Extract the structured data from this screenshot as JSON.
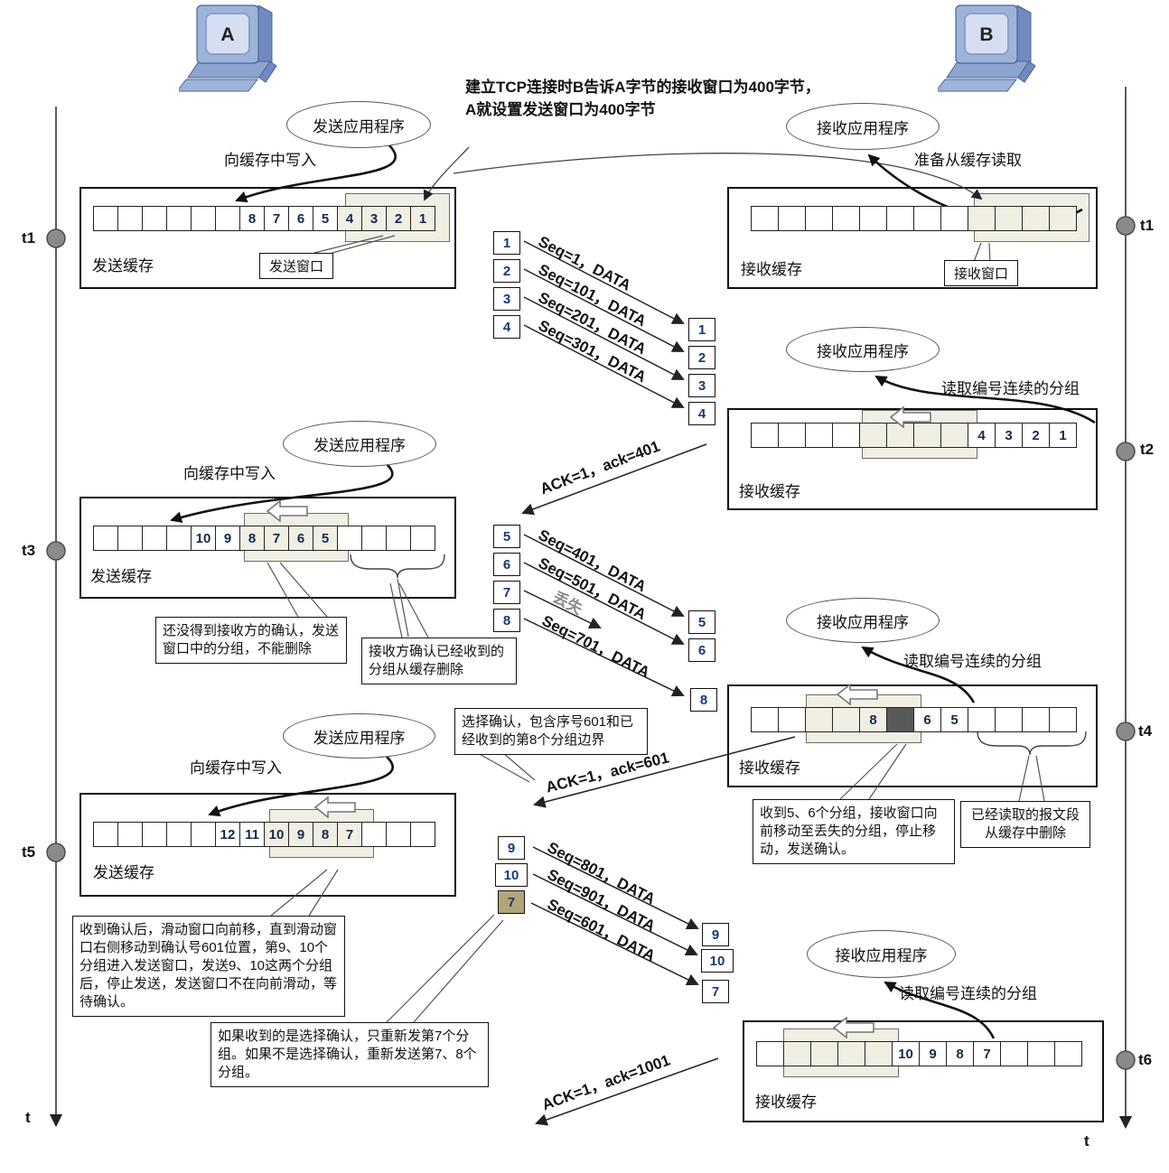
{
  "hosts": {
    "a": "A",
    "b": "B"
  },
  "top_note": "建立TCP连接时B告诉A字节的接收窗口为400字节，A就设置发送窗口为400字节",
  "axis": {
    "time_label": "t",
    "left_markers": [
      "t1",
      "t3",
      "t5"
    ],
    "right_markers": [
      "t1",
      "t2",
      "t4",
      "t6"
    ]
  },
  "labels": {
    "send_app": "发送应用程序",
    "recv_app": "接收应用程序",
    "write_to_buffer": "向缓存中写入",
    "prepare_read": "准备从缓存读取",
    "read_contiguous": "读取编号连续的分组",
    "send_buffer": "发送缓存",
    "recv_buffer": "接收缓存",
    "send_window": "发送窗口",
    "recv_window": "接收窗口",
    "lost": "丢失"
  },
  "segments": {
    "seq1": "Seq=1，DATA",
    "seq101": "Seq=101，DATA",
    "seq201": "Seq=201，DATA",
    "seq301": "Seq=301，DATA",
    "seq401": "Seq=401，DATA",
    "seq501": "Seq=501，DATA",
    "seq701": "Seq=701，DATA",
    "seq801": "Seq=801，DATA",
    "seq901": "Seq=901，DATA",
    "seq601": "Seq=601，DATA",
    "ack401": "ACK=1，ack=401",
    "ack601": "ACK=1，ack=601",
    "ack1001": "ACK=1，ack=1001"
  },
  "packets": {
    "g1l": [
      "1",
      "2",
      "3",
      "4"
    ],
    "g1r": [
      "1",
      "2",
      "3",
      "4"
    ],
    "g2l": [
      "5",
      "6",
      "7",
      "8"
    ],
    "g2r": [
      "5",
      "6",
      "8"
    ],
    "g3l": [
      "9",
      "10",
      "7"
    ],
    "g3r": [
      "9",
      "10",
      "7"
    ]
  },
  "buffers": {
    "t1_send": {
      "cells": [
        ".",
        ".",
        ".",
        ".",
        ".",
        ".",
        "8",
        "7",
        "6",
        "5",
        "w4",
        "w3",
        "w2",
        "w1"
      ]
    },
    "t1_recv": {
      "cells": [
        ".",
        ".",
        ".",
        ".",
        ".",
        ".",
        ".",
        ".",
        "w",
        "w",
        "w",
        "w"
      ]
    },
    "t2_recv": {
      "cells": [
        ".",
        ".",
        ".",
        ".",
        "w",
        "w",
        "w",
        "w",
        "4",
        "3",
        "2",
        "1"
      ]
    },
    "t3_send": {
      "cells": [
        ".",
        ".",
        ".",
        ".",
        "10",
        "9",
        "w8",
        "w7",
        "w6",
        "w5",
        ".",
        ".",
        ".",
        "."
      ]
    },
    "t4_recv": {
      "cells": [
        ".",
        ".",
        "w",
        "w",
        "w8",
        "D",
        "6",
        "5",
        ".",
        ".",
        ".",
        "."
      ]
    },
    "t5_send": {
      "cells": [
        ".",
        ".",
        ".",
        ".",
        ".",
        "12",
        "11",
        "w10",
        "w9",
        "w8",
        "w7",
        ".",
        ".",
        "."
      ]
    },
    "t6_recv": {
      "cells": [
        ".",
        "w",
        "w",
        "w",
        "w",
        "10",
        "9",
        "8",
        "7",
        ".",
        ".",
        "."
      ]
    }
  },
  "callouts": {
    "t3_left": "还没得到接收方的确认，发送窗口中的分组，不能删除",
    "t3_right": "接收方确认已经收到的分组从缓存删除",
    "sack": "选择确认，包含序号601和已经收到的第8个分组边界",
    "t4_left": "收到5、6个分组，接收窗口向前移动至丢失的分组，停止移动，发送确认。",
    "t4_right": "已经读取的报文段从缓存中删除",
    "t5_main": "收到确认后，滑动窗口向前移，直到滑动窗口右侧移动到确认号601位置，第9、10个分组进入发送窗口，发送9、10这两个分组后，停止发送，发送窗口不在向前滑动，等待确认。",
    "t5_retx": "如果收到的是选择确认，只重新发第7个分组。如果不是选择确认，重新发送第7、8个分组。"
  },
  "colors": {
    "window_fill": "#f1efe4",
    "dark_cell": "#595959",
    "tan_cell": "#b3a577",
    "computer_blue": "#9db4d8"
  }
}
